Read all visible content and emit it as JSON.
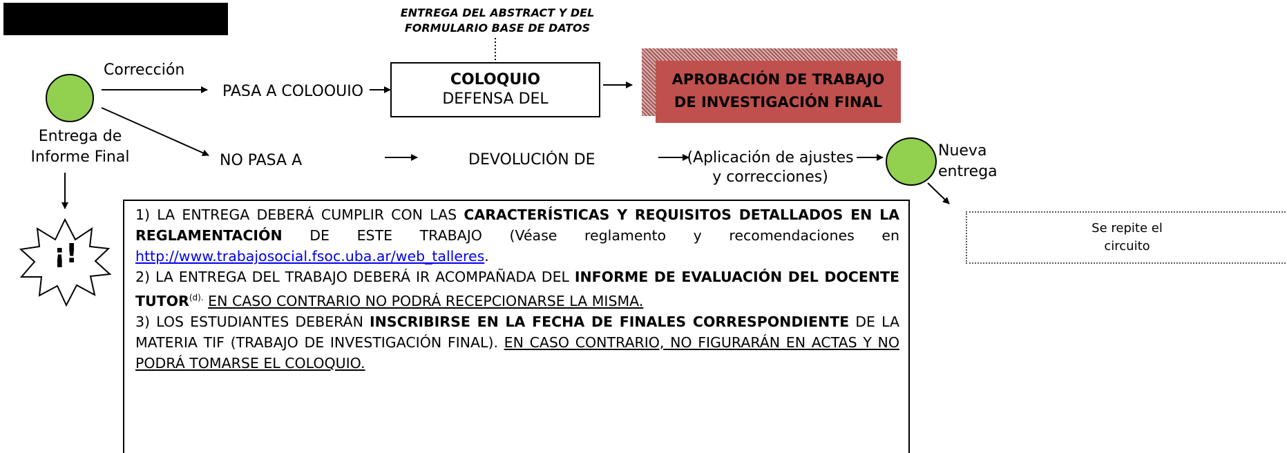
{
  "top_note": [
    "ENTREGA DEL ABSTRACT Y DEL",
    "FORMULARIO BASE DE DATOS"
  ],
  "correccion_label": "Corrección",
  "entrega_label": [
    "Entrega de",
    "Informe Final"
  ],
  "pasa_coloquio": "PASA A COLOQUIO",
  "no_pasa": "NO PASA A",
  "coloquio_box": {
    "title": "COLOQUIO",
    "subtitle": "DEFENSA DEL"
  },
  "aprobacion": [
    "APROBACIÓN DE TRABAJO",
    "DE INVESTIGACIÓN FINAL"
  ],
  "devolucion": "DEVOLUCIÓN DE",
  "ajustes": [
    "(Aplicación de ajustes",
    "y correcciones)"
  ],
  "nueva_entrega": [
    "Nueva",
    "entrega"
  ],
  "repite": [
    "Se repite el",
    "circuito"
  ],
  "alert_symbol": "¡!",
  "info": {
    "p1_a": "1) LA ENTREGA DEBERÁ CUMPLIR CON LAS ",
    "p1_b": "CARACTERÍSTICAS Y REQUISITOS DETALLADOS EN LA REGLAMENTACIÓN",
    "p1_c": " DE ESTE TRABAJO (Véase reglamento y recomendaciones en ",
    "p1_link": "http://www.trabajosocial.fsoc.uba.ar/web_talleres",
    "p1_d": ".",
    "p2_a": "2) LA ENTREGA DEL TRABAJO DEBERÁ IR ACOMPAÑADA DEL ",
    "p2_b": "INFORME DE EVALUACIÓN DEL DOCENTE TUTOR",
    "p2_sup": "(d).",
    "p2_c": " ",
    "p2_d": "EN CASO CONTRARIO NO PODRÁ RECEPCIONARSE LA MISMA.",
    "p3_a": "3) LOS ESTUDIANTES DEBERÁN ",
    "p3_b": "INSCRIBIRSE EN LA FECHA DE FINALES CORRESPONDIENTE",
    "p3_c": " DE LA MATERIA TIF (TRABAJO DE INVESTIGACIÓN FINAL). ",
    "p3_d": "EN CASO CONTRARIO, NO FIGURARÁN EN ACTAS Y NO PODRÁ TOMARSE EL COLOQUIO."
  },
  "colors": {
    "green": "#92d050",
    "red": "#c0504d"
  }
}
